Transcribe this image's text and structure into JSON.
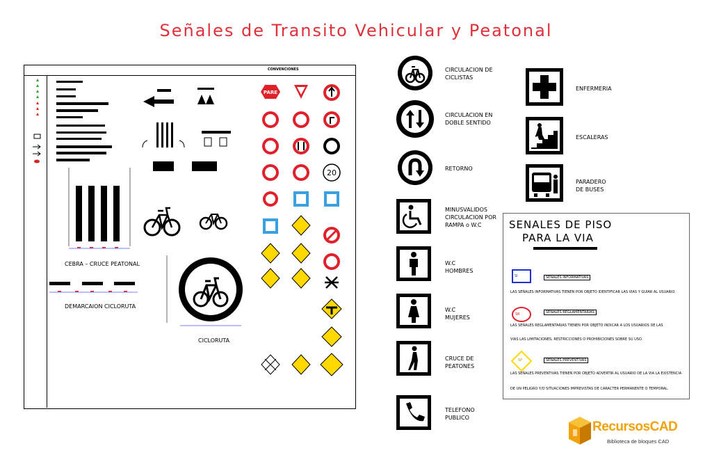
{
  "title": "Señales de Transito Vehicular y Peatonal",
  "left_panel": {
    "header": "CONVENCIONES",
    "cebra_label": "CEBRA – CRUCE PEATONAL",
    "demarcacion_label": "DEMARCAION CICLORUTA",
    "cicloruta_label": "CICLORUTA",
    "sign_texts": {
      "pare": "PARE",
      "speed": "20"
    }
  },
  "signs": [
    {
      "icon": "bicycle-circle-icon",
      "label": "CIRCULACION DE CICLISTAS"
    },
    {
      "icon": "two-way-traffic-icon",
      "label": "CIRCULACION EN DOBLE SENTIDO"
    },
    {
      "icon": "u-turn-icon",
      "label": "RETORNO"
    },
    {
      "icon": "wheelchair-icon",
      "label": "MINUSVALIDOS CIRCULACION POR RAMPA o W.C"
    },
    {
      "icon": "man-icon",
      "label": "W.C HOMBRES"
    },
    {
      "icon": "woman-icon",
      "label": "W.C MUJERES"
    },
    {
      "icon": "pedestrian-icon",
      "label": "CRUCE DE PEATONES"
    },
    {
      "icon": "telephone-icon",
      "label": "TELEFONO PUBLICO"
    }
  ],
  "services": [
    {
      "icon": "red-cross-icon",
      "label": "ENFERMERIA"
    },
    {
      "icon": "stairs-icon",
      "label": "ESCALERAS"
    },
    {
      "icon": "bus-stop-icon",
      "label": "PARADERO DE BUSES"
    }
  ],
  "piso": {
    "title_line1": "SENALES DE PISO",
    "title_line2": "PARA LA VIA",
    "info_tag": "SI",
    "info_head": "SEÑALES INFORMATIVAS",
    "info_text": "LAS SEÑALES INFORMATIVAS TIENEN POR OBJETO IDENTIFICAR LAS VIAS Y GUIAR AL USUARIO.",
    "reg_tag": "SR",
    "reg_head": "SEÑALES REGLAMENTARIAS",
    "reg_text1": "LAS SEÑALES REGLAMENTARIAS TIENEN POR OBJETO INDICAR A LOS USUARIOS DE LAS",
    "reg_text2": "VIAS LAS LIMITACIONES, RESTRICCIONES O PROHIBICIONES SOBRE SU USO.",
    "prev_tag": "SP",
    "prev_head": "SEÑALES PREVENTIVAS",
    "prev_text1": "LAS SEÑALES PREVENTIVAS TIENEN POR OBJETO ADVERTIR AL USUARIO DE LA VIA LA EXISTENCIA",
    "prev_text2": "DE UN PELIGRO Y/O SITUACIONES IMPREVISTAS DE CARACTER PERMANENTE O TEMPORAL."
  },
  "brand": {
    "name": "RecursosCAD",
    "tagline": "Biblioteca de bloques CAD"
  },
  "colors": {
    "title": "#e0303a",
    "sign_red": "#e0202a",
    "sign_yellow": "#ffd800",
    "info_blue": "#2030d0",
    "brand_orange": "#f2a20c"
  }
}
